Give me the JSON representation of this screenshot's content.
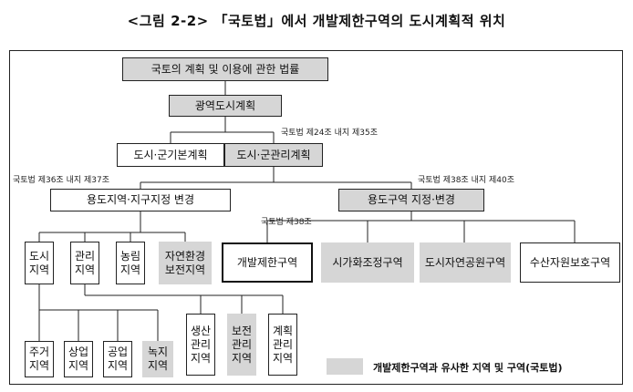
{
  "title": "<그림 2-2> 「국토법」에서 개발제한구역의 도시계획적 위치",
  "nodes": {
    "law": "국토의 계획 및 이용에 관한 법률",
    "metro_plan": "광역도시계획",
    "basic_plan": "도시·군기본계획",
    "mgmt_plan": "도시·군관리계획",
    "zone_change": "용도지역·지구지정 변경",
    "district_change": "용도구역 지정·변경",
    "urban": "도시\n지역",
    "manage": "관리\n지역",
    "agri": "농림\n지역",
    "nature": "자연환경\n보전지역",
    "greenbelt": "개발제한구역",
    "urbanization": "시가화조정구역",
    "park": "도시자연공원구역",
    "water": "수산자원보호구역",
    "residential": "주거\n지역",
    "commercial": "상업\n지역",
    "industrial": "공업\n지역",
    "green": "녹지\n지역",
    "production": "생산\n관리\n지역",
    "conservation": "보전\n관리\n지역",
    "planned": "계획\n관리\n지역"
  },
  "notes": {
    "n24": "국토법 제24조 내지 제35조",
    "n36": "국토법 제36조 내지 제37조",
    "n38_40": "국토법 제38조 내지 제40조",
    "n38": "국토법 제38조"
  },
  "legend": "개발제한구역과 유사한 지역 및 구역(국토법)",
  "colors": {
    "highlight": "#d6d6d6",
    "line": "#222222"
  }
}
